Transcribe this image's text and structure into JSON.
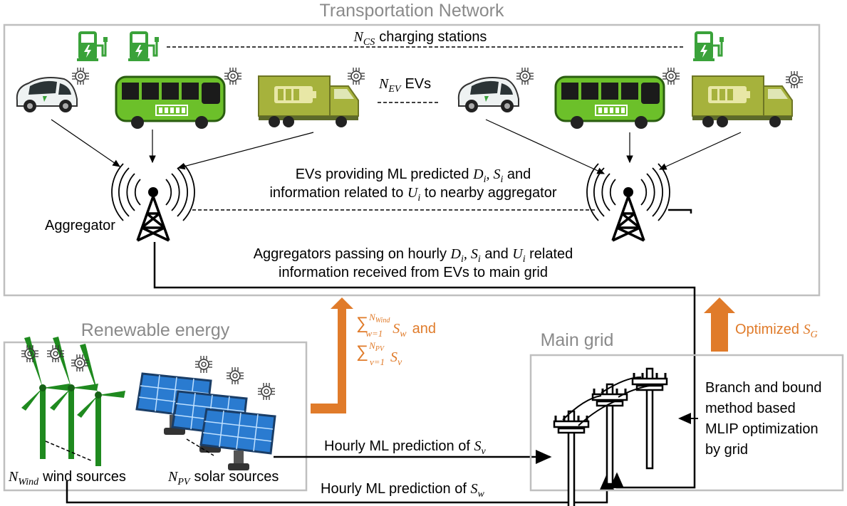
{
  "transport": {
    "title": "Transportation Network",
    "charging_stations": {
      "symbol": "N",
      "sub": "CS",
      "text": "charging stations"
    },
    "evs": {
      "symbol": "N",
      "sub": "EV",
      "text": "EVs"
    },
    "aggregator_label": "Aggregator",
    "ev_message": {
      "line1_prefix": "EVs providing ML predicted ",
      "line1_suffix": " and",
      "line2_prefix": "information related to ",
      "line2_suffix": " to nearby aggregator"
    },
    "aggregator_message": {
      "line1_prefix": "Aggregators passing on hourly ",
      "line1_mid": " and ",
      "line1_suffix": " related",
      "line2": "information received from EVs to main grid"
    }
  },
  "renewable": {
    "title": "Renewable energy",
    "wind_label": {
      "symbol": "N",
      "sub": "Wind",
      "text": "wind sources"
    },
    "solar_label": {
      "symbol": "N",
      "sub": "PV",
      "text": "solar sources"
    },
    "sum_text": {
      "and": "and"
    }
  },
  "grid": {
    "title": "Main grid",
    "optimized_label": "Optimized ",
    "method_lines": [
      "Branch and bound",
      "method based",
      "MLIP optimization",
      "by grid"
    ],
    "solar_prediction": "Hourly ML prediction of ",
    "wind_prediction": "Hourly ML prediction of "
  },
  "colors": {
    "accent": "#e07b2a",
    "box_border": "#bfbfbf",
    "green": "#3aa23a",
    "dark_green": "#1f7a1f"
  }
}
